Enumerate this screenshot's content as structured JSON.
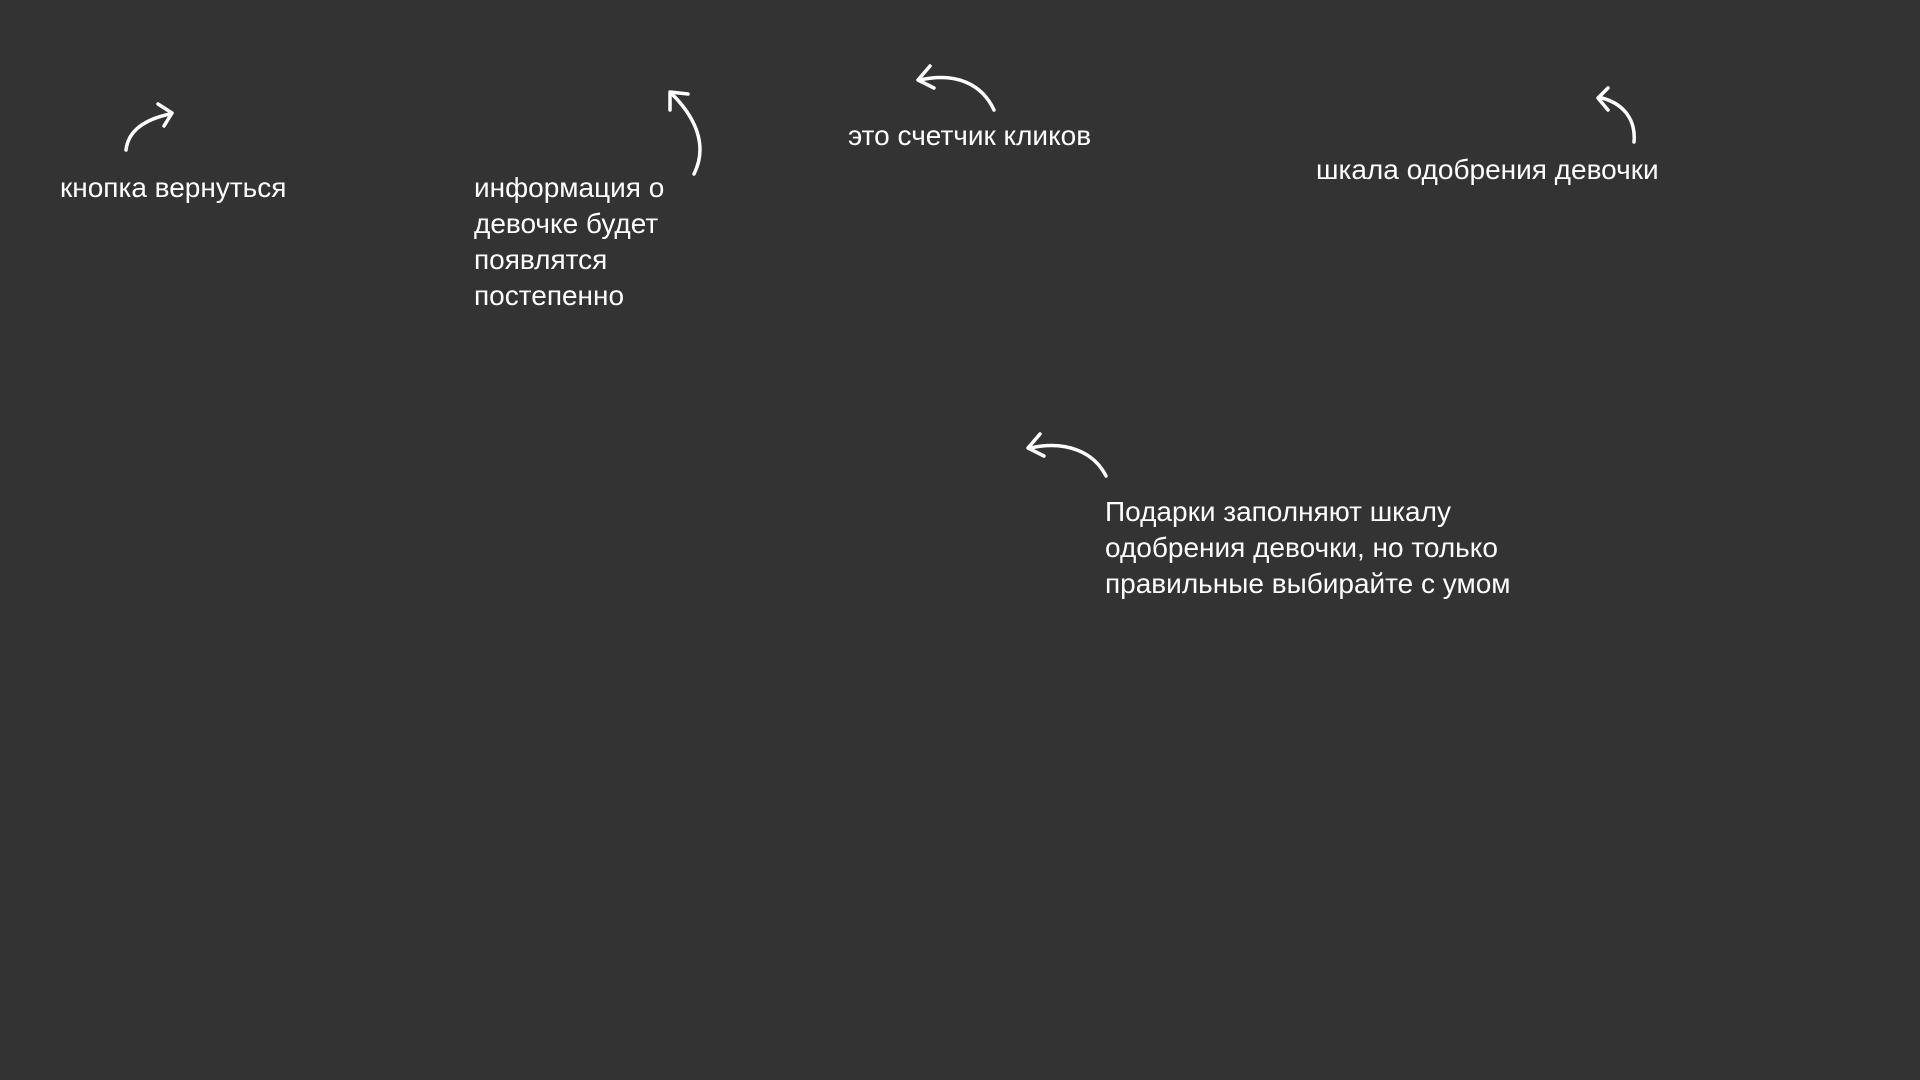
{
  "background_color": "#333333",
  "text_color": "#ffffff",
  "annotations": [
    {
      "text": "кнопка вернуться",
      "icon": "curved-arrow-up-right-icon"
    },
    {
      "lines": [
        "информация о",
        "девочке будет",
        "появлятся",
        "постепенно"
      ],
      "icon": "curved-arrow-up-left-icon"
    },
    {
      "text": "это счетчик кликов",
      "icon": "curved-arrow-left-icon"
    },
    {
      "text": "шкала одобрения девочки",
      "icon": "curved-arrow-up-left-icon"
    },
    {
      "lines": [
        "Подарки заполняют шкалу",
        "одобрения девочки, но только",
        "правильные выбирайте с умом"
      ],
      "icon": "curved-arrow-left-icon"
    }
  ]
}
